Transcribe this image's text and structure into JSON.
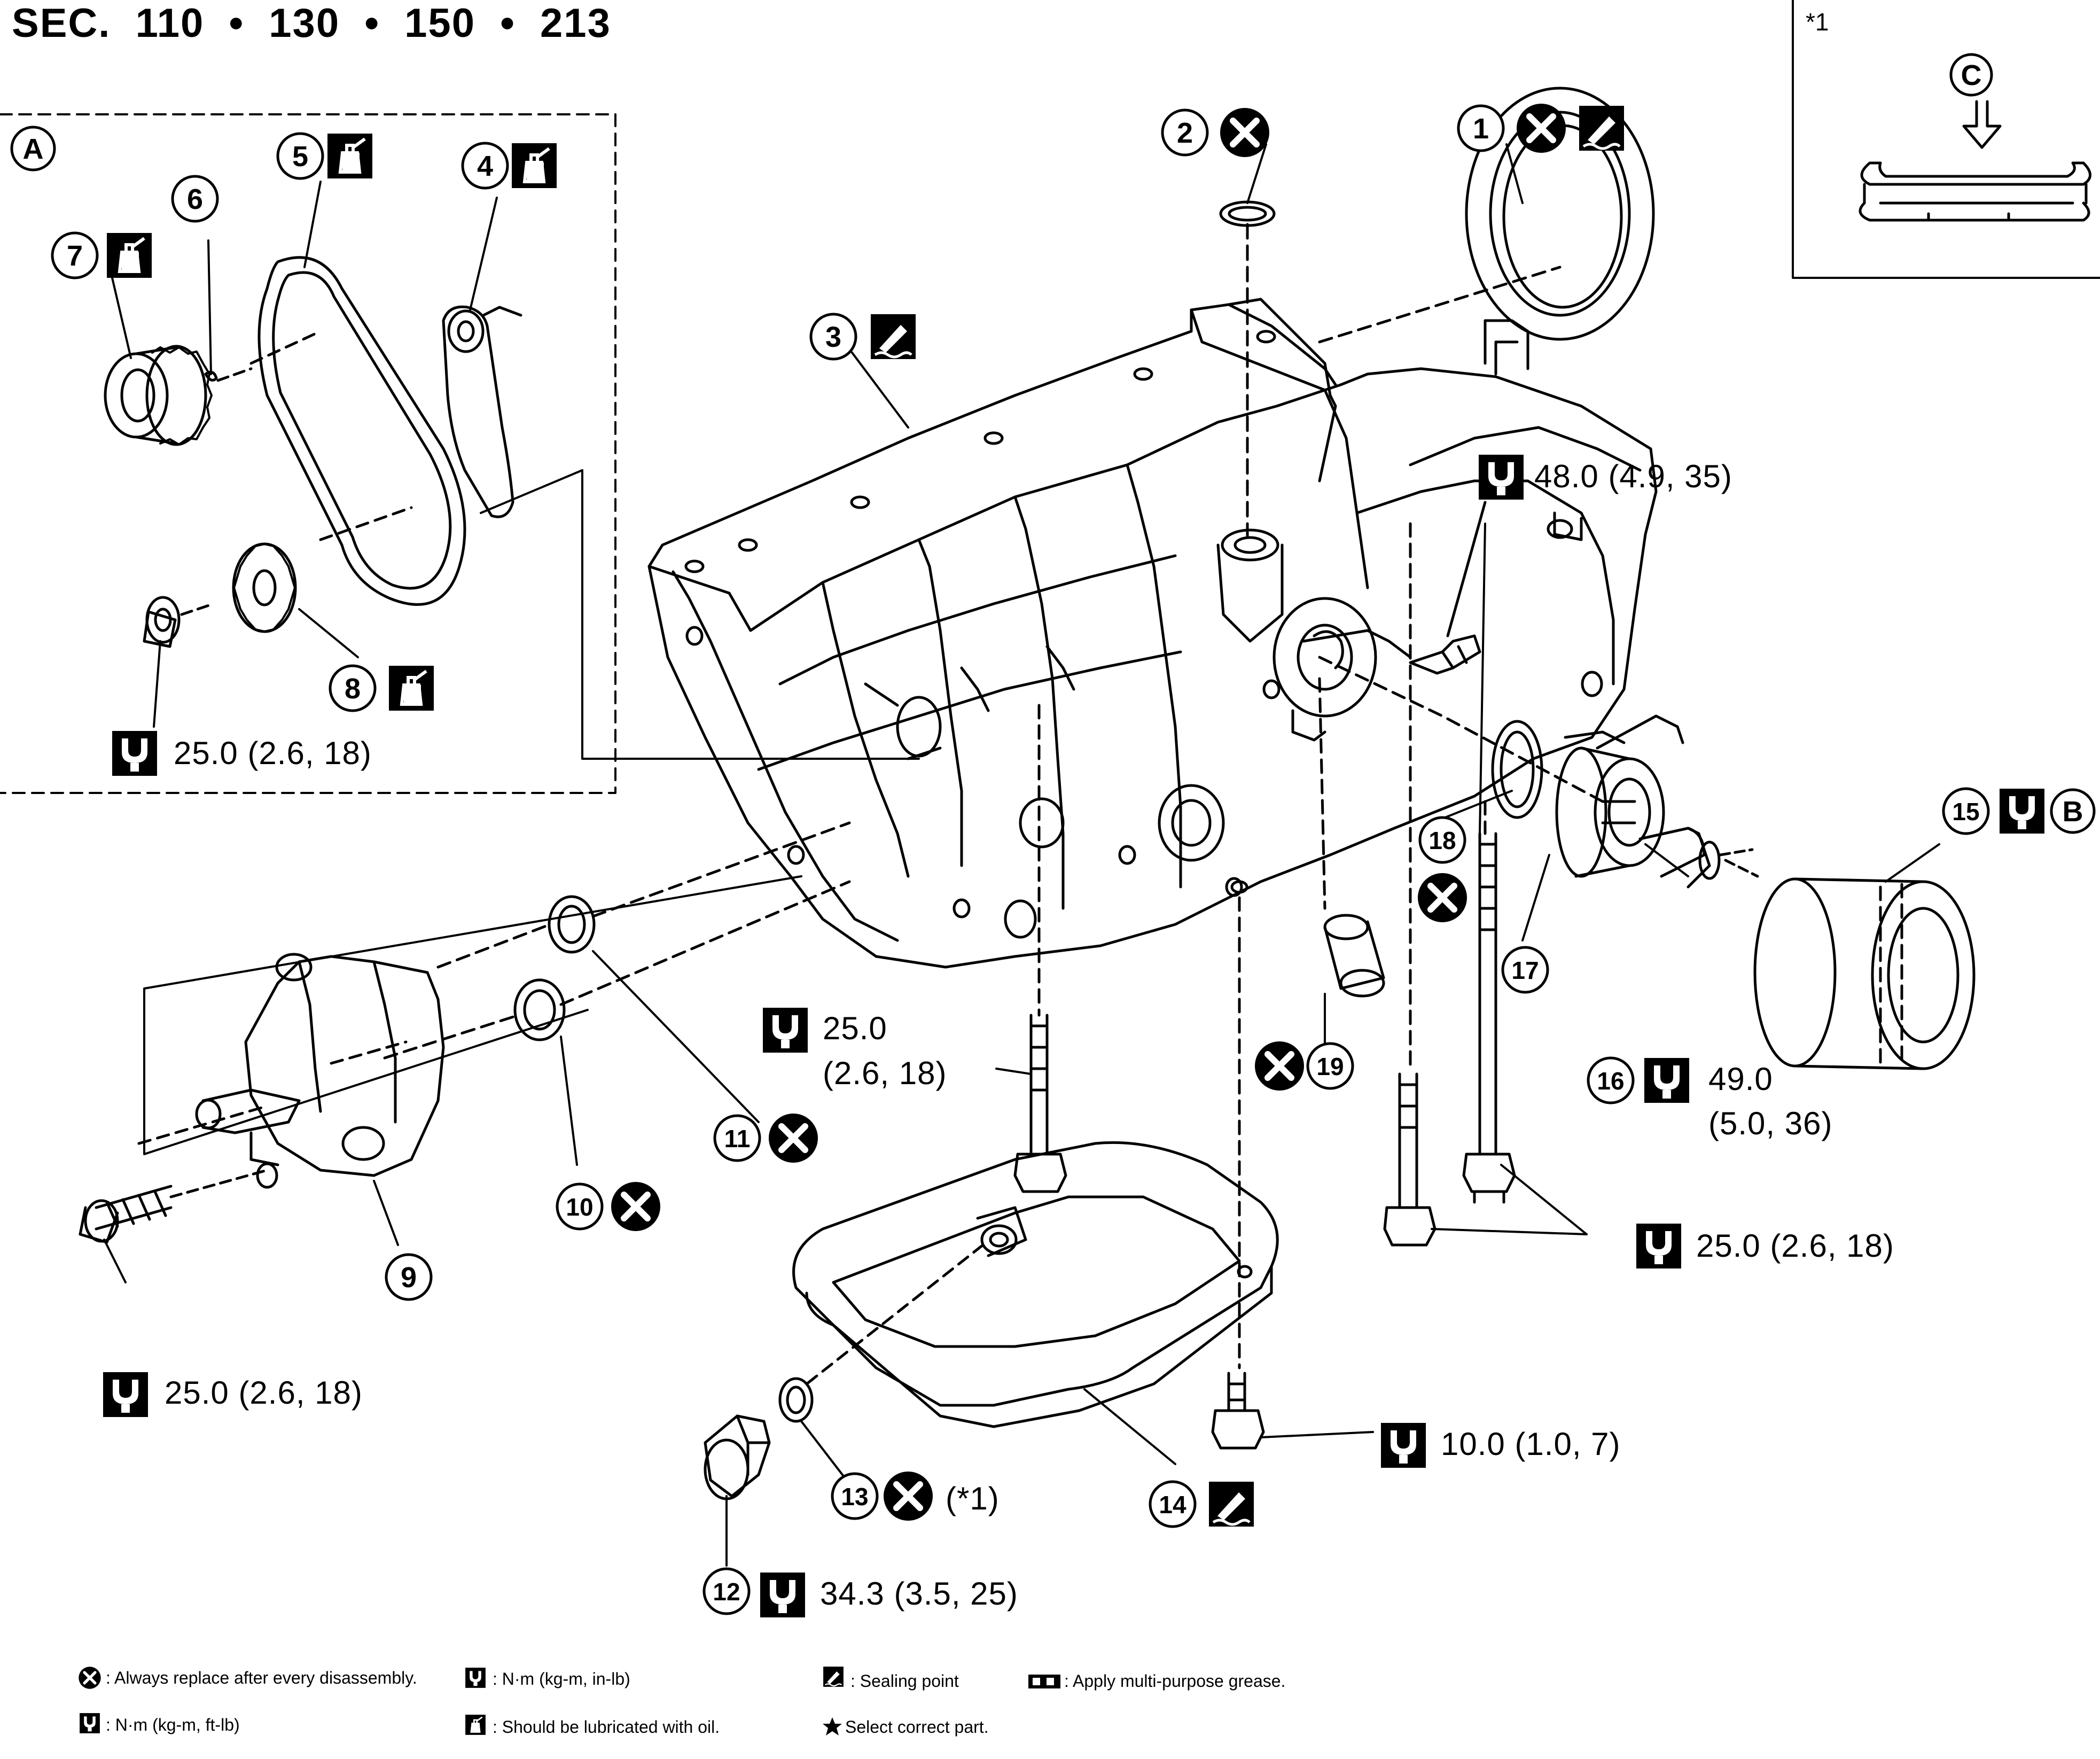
{
  "header": {
    "title": "SEC.  110  •  130  •  150  •  213"
  },
  "detail_note": "*1",
  "callouts": [
    "1",
    "2",
    "3",
    "4",
    "5",
    "6",
    "7",
    "8",
    "9",
    "10",
    "11",
    "12",
    "13",
    "14",
    "15",
    "16",
    "17",
    "18",
    "19"
  ],
  "letters": {
    "a": "A",
    "b": "B",
    "c": "C"
  },
  "torques": {
    "t8": "25.0 (2.6, 18)",
    "t_upper": "48.0 (4.9, 35)",
    "t_front_1": "25.0",
    "t_front_2": "(2.6, 18)",
    "t16_1": "49.0",
    "t16_2": "(5.0, 36)",
    "t_bolts": "25.0 (2.6, 18)",
    "t9": "25.0 (2.6, 18)",
    "t_pan": "10.0 (1.0, 7)",
    "t12": "34.3 (3.5, 25)"
  },
  "note13": "(*1)",
  "legend": {
    "replace": ": Always replace after every disassembly.",
    "nm_in": ": N·m (kg-m, in-lb)",
    "sealing": ": Sealing point",
    "grease": ": Apply multi-purpose grease.",
    "nm_ft": ": N·m (kg-m, ft-lb)",
    "oil": ": Should be lubricated with oil.",
    "select": "Select correct part."
  },
  "icons": {
    "replace": "x-circle-icon",
    "torque": "wrench-icon",
    "sealing": "sealant-tube-icon",
    "oil": "oil-can-icon",
    "grease": "grease-icon",
    "select": "star-icon"
  }
}
